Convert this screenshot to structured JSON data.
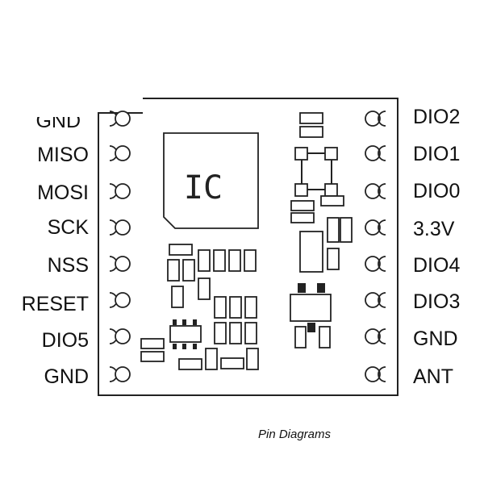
{
  "diagram": {
    "ic_label": "IC",
    "caption": "Pin Diagrams",
    "left_pins": [
      "GND",
      "MISO",
      "MOSI",
      "SCK",
      "NSS",
      "RESET",
      "DIO5",
      "GND"
    ],
    "right_pins": [
      "DIO2",
      "DIO1",
      "DIO0",
      "3.3V",
      "DIO4",
      "DIO3",
      "GND",
      "ANT"
    ]
  }
}
